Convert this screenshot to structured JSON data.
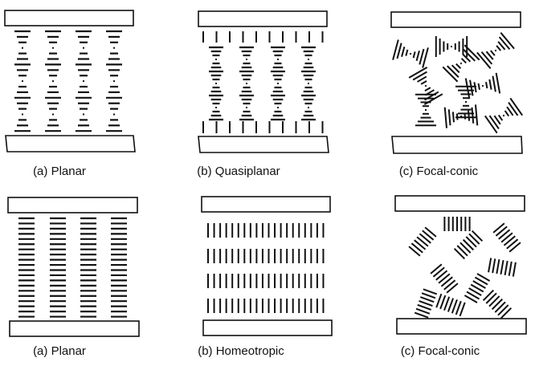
{
  "figure": {
    "top_row": [
      {
        "id": "planar-chiral",
        "caption": "(a) Planar",
        "texture": "planar-helical"
      },
      {
        "id": "quasiplanar",
        "caption": "(b) Quasiplanar",
        "texture": "quasiplanar"
      },
      {
        "id": "focal-conic-chiral",
        "caption": "(c) Focal-conic",
        "texture": "focal-conic-helical"
      }
    ],
    "bottom_row": [
      {
        "id": "planar-nematic",
        "caption": "(a) Planar",
        "texture": "planar-layered"
      },
      {
        "id": "homeotropic",
        "caption": "(b) Homeotropic",
        "texture": "homeotropic"
      },
      {
        "id": "focal-conic-smectic",
        "caption": "(c) Focal-conic",
        "texture": "focal-conic-layered"
      }
    ],
    "colors": {
      "ink": "#111111",
      "background": "#ffffff"
    }
  }
}
